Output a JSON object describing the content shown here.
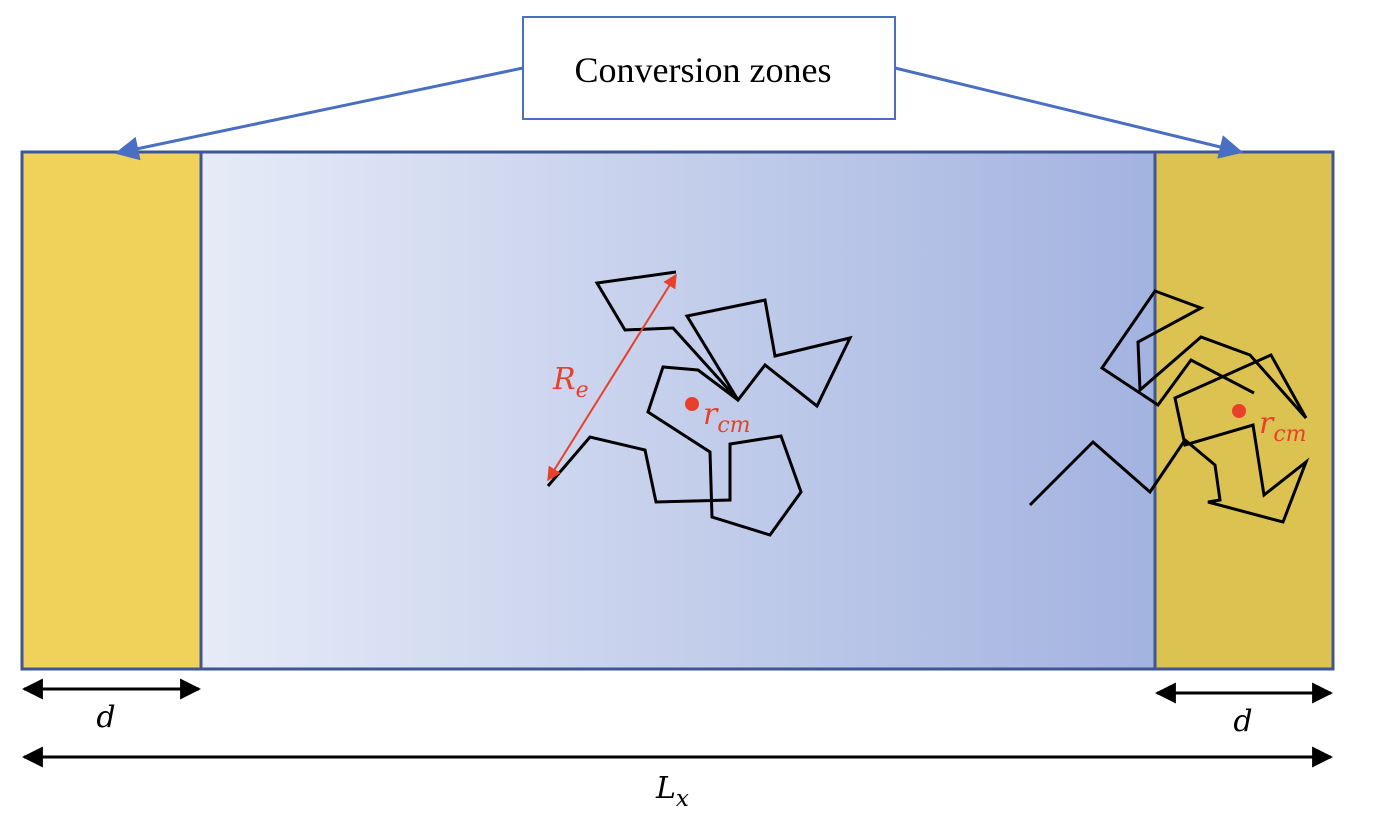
{
  "callout": {
    "label": "Conversion zones"
  },
  "labels": {
    "d_left": "d",
    "d_right": "d",
    "lx_base": "L",
    "lx_sub": "x",
    "re_base": "R",
    "re_sub": "e",
    "rcm_left_base": "r",
    "rcm_left_sub": "cm",
    "rcm_right_base": "r",
    "rcm_right_sub": "cm"
  },
  "colors": {
    "zone_left": "#f0d15a",
    "zone_right": "#dcc250",
    "gradient_start": "#e6ebf7",
    "gradient_end": "#a3b3e0",
    "frame": "#3e5694",
    "callout_arrow": "#4a6fc2",
    "accent_red": "#e8402a",
    "chain": "#000000"
  }
}
